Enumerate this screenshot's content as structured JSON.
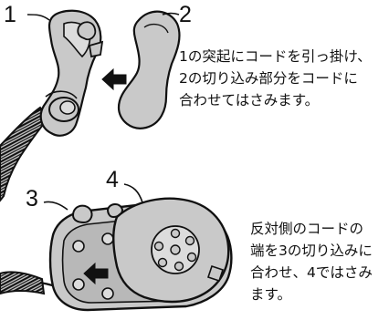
{
  "labels": {
    "part_1": "1",
    "part_2": "2",
    "part_3": "3",
    "part_4": "4"
  },
  "instructions": {
    "top": {
      "lines": [
        "1の突起にコードを引っ掛け、",
        "2の切り込み部分をコードに",
        "合わせてはさみます。"
      ]
    },
    "bottom": {
      "lines": [
        "反対側のコードの",
        "端を3の切り込みに",
        "合わせ、4ではさみ",
        "ます。"
      ]
    }
  },
  "colors": {
    "part_fill": "#c9c9c9",
    "part_fill_light": "#dcdcdc",
    "outline": "#111111",
    "arrow": "#111111"
  }
}
